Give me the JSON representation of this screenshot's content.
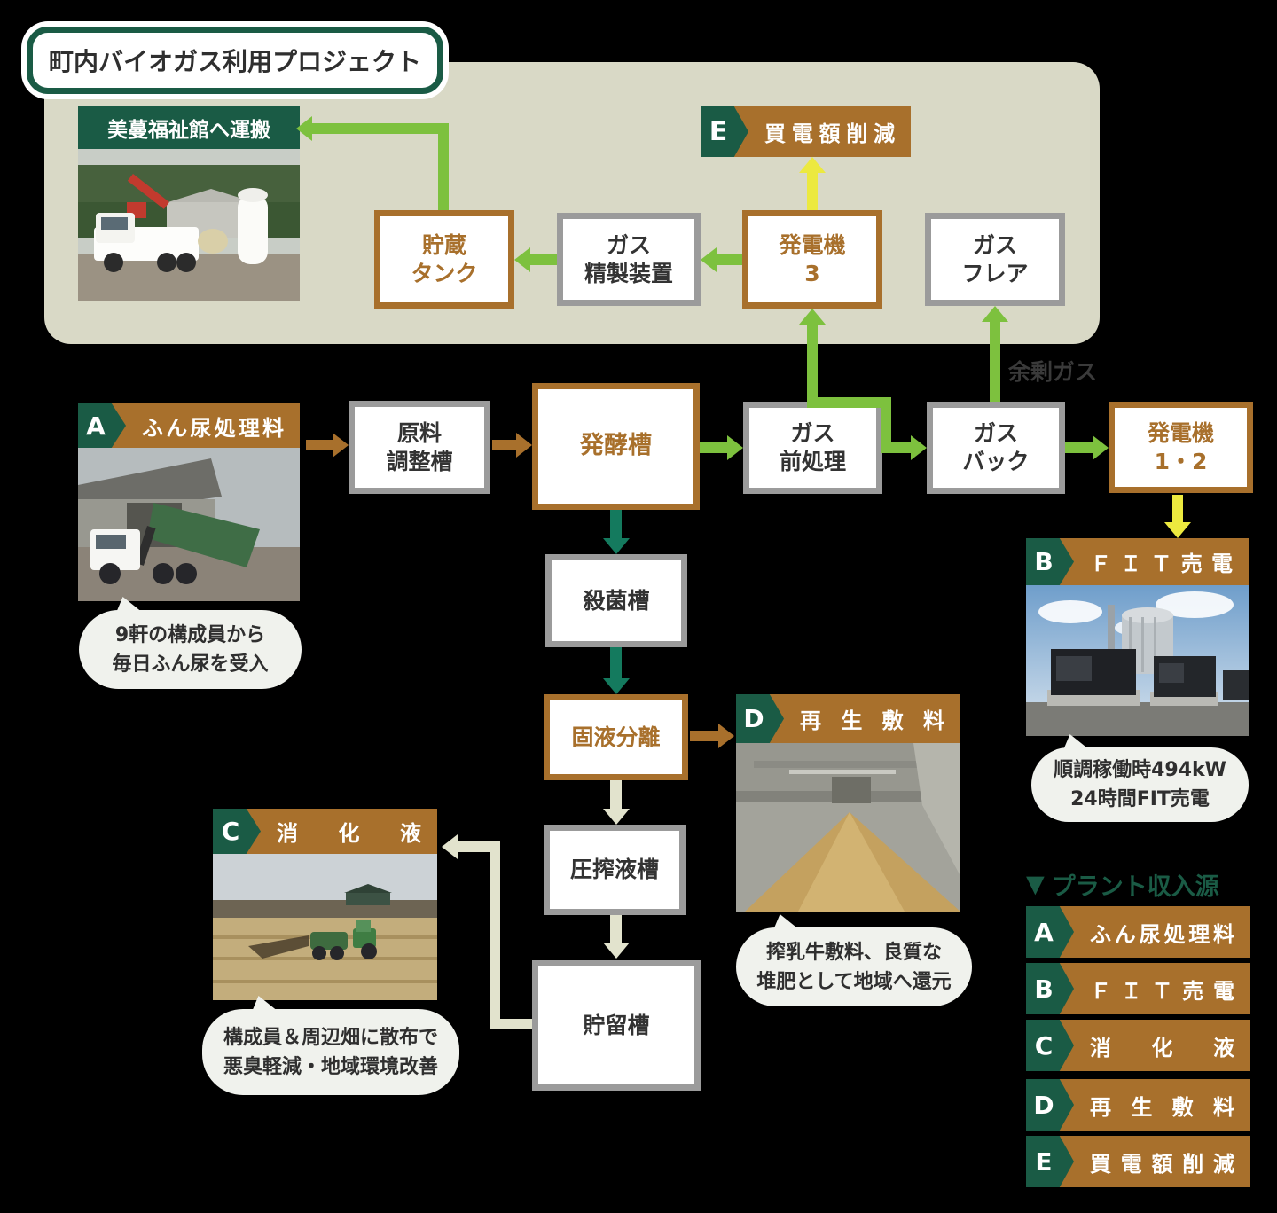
{
  "title": "町内バイオガス利用プロジェクト",
  "photo_flow": {
    "header": "美蔓福祉館へ運搬"
  },
  "boxes": {
    "chozo_tank": {
      "line1": "貯蔵",
      "line2": "タンク"
    },
    "gas_seisei": {
      "line1": "ガス",
      "line2": "精製装置"
    },
    "hatsudenki3": {
      "line1": "発電機",
      "line2": "3"
    },
    "gas_flare": {
      "line1": "ガス",
      "line2": "フレア"
    },
    "genryo_chosei": {
      "line1": "原料",
      "line2": "調整槽"
    },
    "hakkoso": {
      "label": "発酵槽"
    },
    "gas_zenshori": {
      "line1": "ガス",
      "line2": "前処理"
    },
    "gas_bag": {
      "line1": "ガス",
      "line2": "バック"
    },
    "hatsudenki12": {
      "line1": "発電機",
      "line2": "1・2"
    },
    "sakkinso": {
      "label": "殺菌槽"
    },
    "koeki_bunri": {
      "label": "固液分離"
    },
    "assaku_ekiso": {
      "label": "圧搾液槽"
    },
    "choryuso": {
      "label": "貯留槽"
    }
  },
  "banners": {
    "a": {
      "letter": "A",
      "label": "ふん尿処理料"
    },
    "b": {
      "letter": "B",
      "label": "ＦＩＴ売電"
    },
    "c": {
      "letter": "C",
      "label": "消化液"
    },
    "d": {
      "letter": "D",
      "label": "再生敷料"
    },
    "e": {
      "letter": "E",
      "label": "買電額削減"
    }
  },
  "bubbles": {
    "a": {
      "line1": "9軒の構成員から",
      "line2": "毎日ふん尿を受入"
    },
    "b": {
      "line1": "順調稼働時494kW",
      "line2": "24時間FIT売電"
    },
    "d": {
      "line1": "搾乳牛敷料、良質な",
      "line2": "堆肥として地域へ還元"
    },
    "c": {
      "line1": "構成員＆周辺畑に散布で",
      "line2": "悪臭軽減・地域環境改善"
    }
  },
  "labels": {
    "surplus_gas": "余剰ガス",
    "legend_marker": "▼"
  },
  "legend": {
    "title": "プラント収入源",
    "items": [
      {
        "letter": "A",
        "label": "ふん尿処理料"
      },
      {
        "letter": "B",
        "label": "ＦＩＴ売電"
      },
      {
        "letter": "C",
        "label": "消化液"
      },
      {
        "letter": "D",
        "label": "再生敷料"
      },
      {
        "letter": "E",
        "label": "買電額削減"
      }
    ]
  },
  "colors": {
    "dark_green": "#1a5b45",
    "brown": "#a8702c",
    "bright_green": "#7dc13e",
    "teal_green": "#147a5e",
    "cream": "#e2e3cd",
    "yellow": "#ece93f",
    "gray_border": "#9b9b9b",
    "panel_beige": "#d9d9c6",
    "bubble_bg": "#f0f2ed"
  }
}
